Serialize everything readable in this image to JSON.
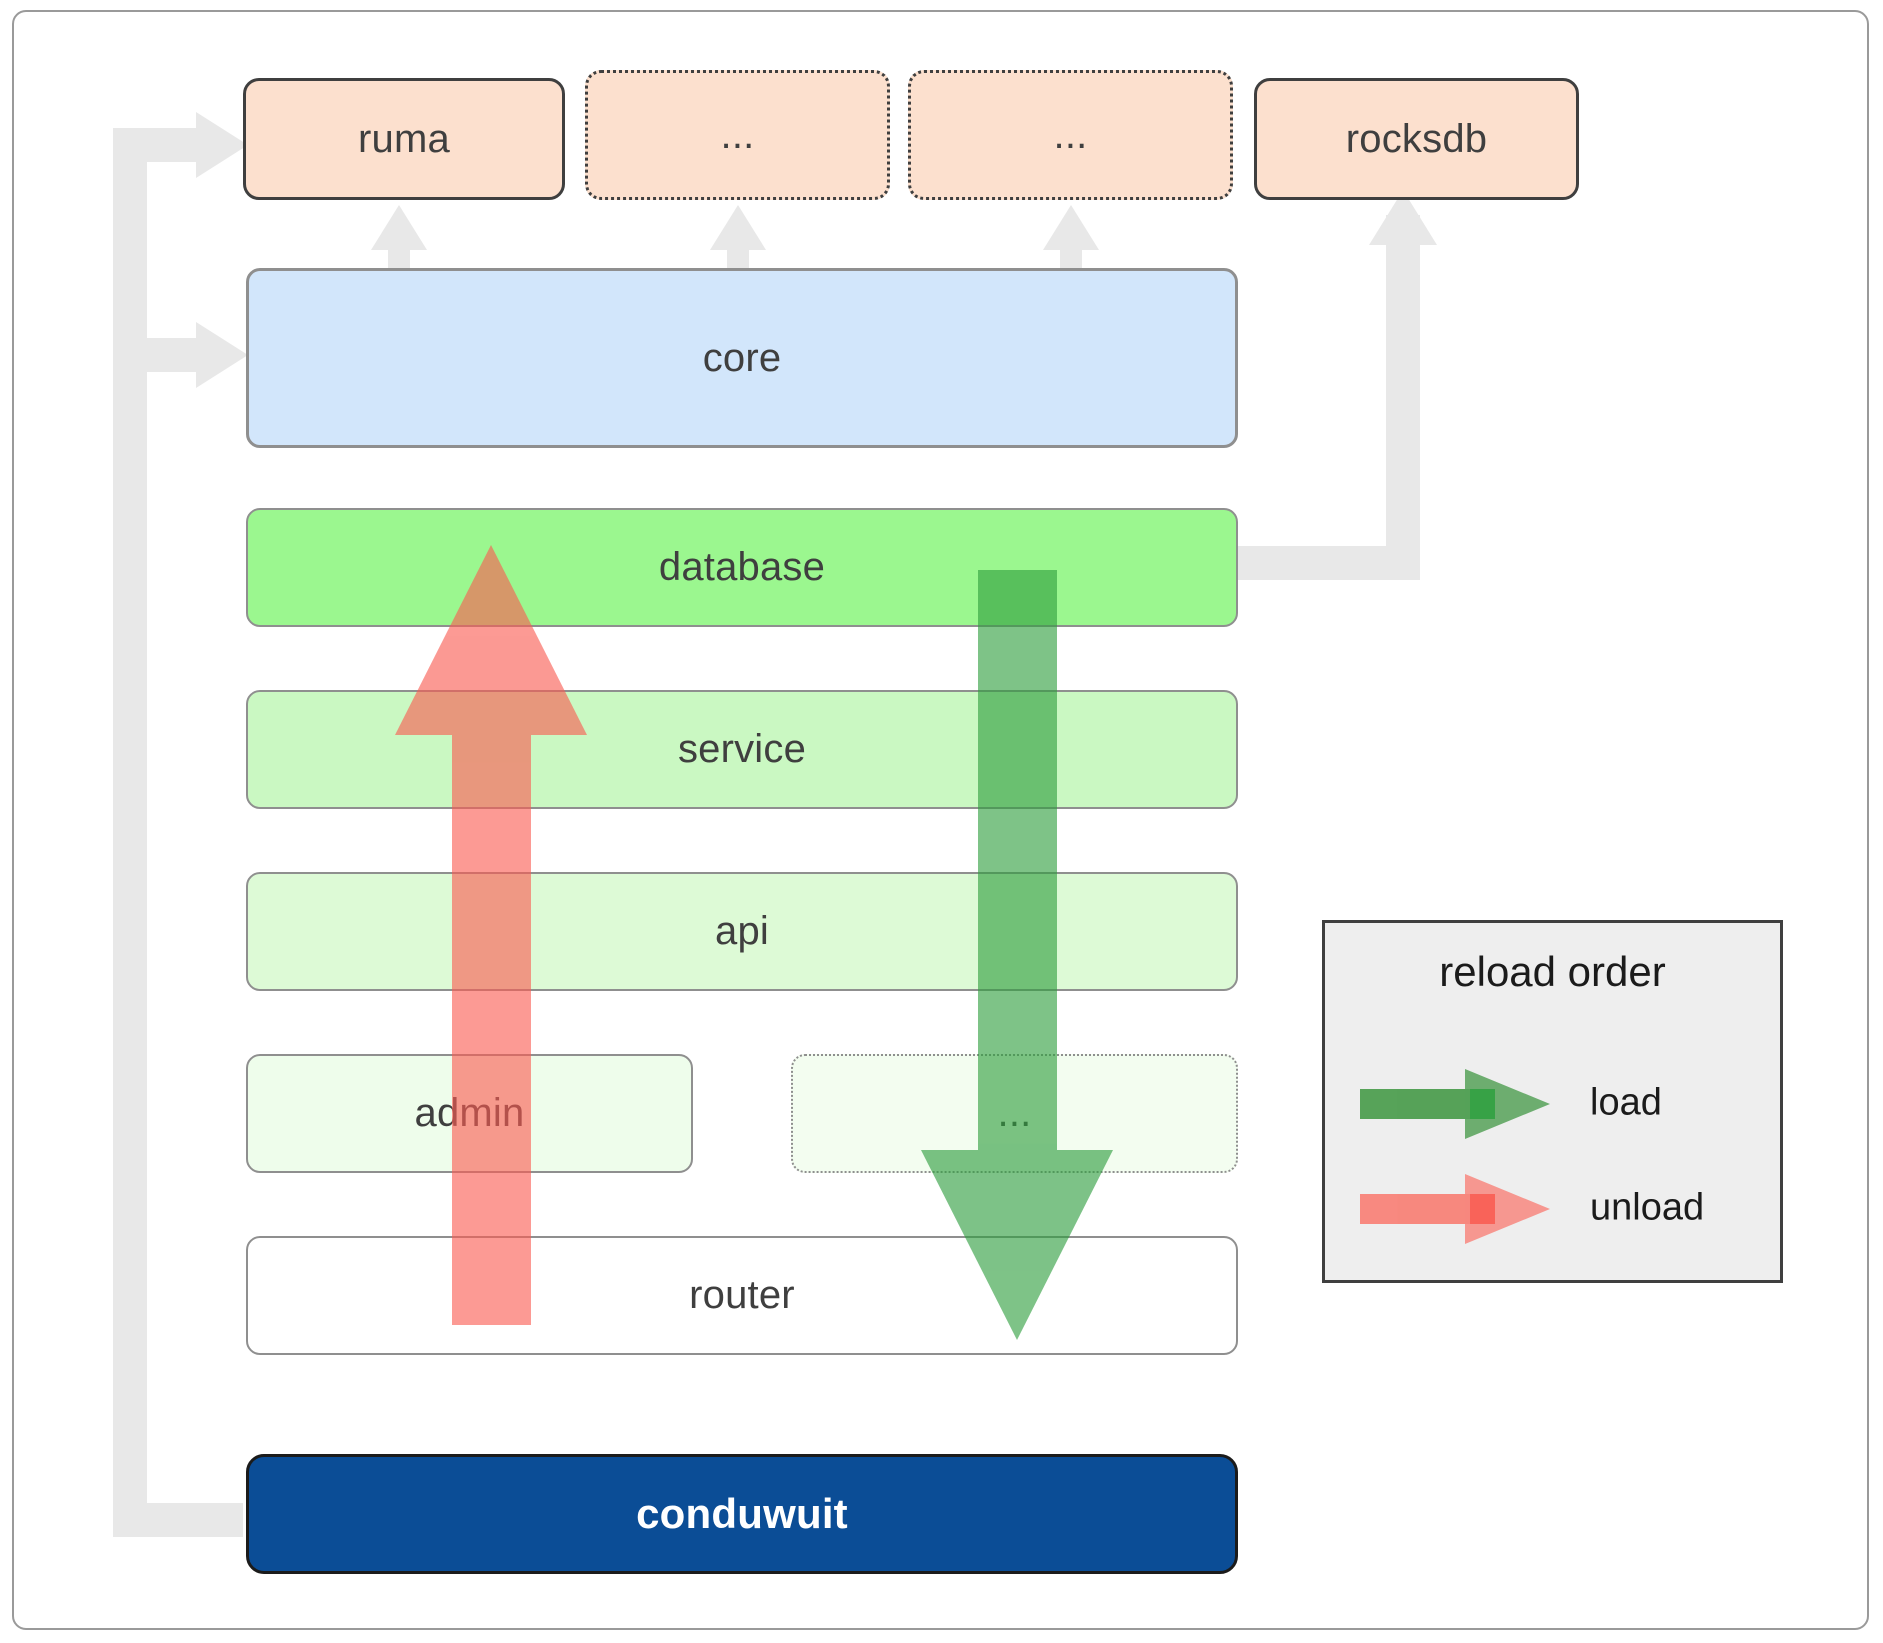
{
  "diagram": {
    "title": "conduwuit crate layer / reload order diagram",
    "dependencies": [
      {
        "id": "ruma",
        "label": "ruma",
        "style": "solid"
      },
      {
        "id": "dep2",
        "label": "...",
        "style": "dotted"
      },
      {
        "id": "dep3",
        "label": "...",
        "style": "dotted"
      },
      {
        "id": "rocksdb",
        "label": "rocksdb",
        "style": "solid"
      }
    ],
    "core": {
      "id": "core",
      "label": "core"
    },
    "layers": [
      {
        "id": "database",
        "label": "database",
        "style": "solid"
      },
      {
        "id": "service",
        "label": "service",
        "style": "solid"
      },
      {
        "id": "api",
        "label": "api",
        "style": "solid"
      },
      {
        "id": "admin",
        "label": "admin",
        "style": "solid"
      },
      {
        "id": "extra",
        "label": "...",
        "style": "dotted"
      },
      {
        "id": "router",
        "label": "router",
        "style": "solid"
      }
    ],
    "app": {
      "id": "conduwuit",
      "label": "conduwuit"
    },
    "legend": {
      "title": "reload order",
      "items": [
        {
          "id": "load",
          "label": "load",
          "color": "#4e9e50"
        },
        {
          "id": "unload",
          "label": "unload",
          "color": "#f88379"
        }
      ]
    },
    "colors": {
      "dependency_fill": "#fce0ce",
      "dependency_border": "#3f3f3f",
      "core_fill": "#d2e6fb",
      "core_border": "#8f8f8f",
      "database_fill": "#9bf78f",
      "service_fill": "#caf8c2",
      "api_fill": "#ddfad6",
      "admin_fill": "#eefdeb",
      "extra_fill": "#eefdeb",
      "router_fill": "#ffffff",
      "layer_border": "#8f8f8f",
      "app_fill": "#0b4d96",
      "app_text": "#ffffff",
      "connector": "#e8e8e8",
      "load_arrow": "#4e9e50",
      "unload_arrow": "#f88379",
      "legend_fill": "#eeeeee",
      "legend_border": "#3f3f3f",
      "page_border": "#9a9a9a"
    },
    "flows": [
      {
        "id": "load-flow",
        "direction": "down",
        "from": "database",
        "to": "router",
        "color": "#4e9e50"
      },
      {
        "id": "unload-flow",
        "direction": "up",
        "from": "router",
        "to": "database",
        "color": "#f88379"
      }
    ]
  }
}
